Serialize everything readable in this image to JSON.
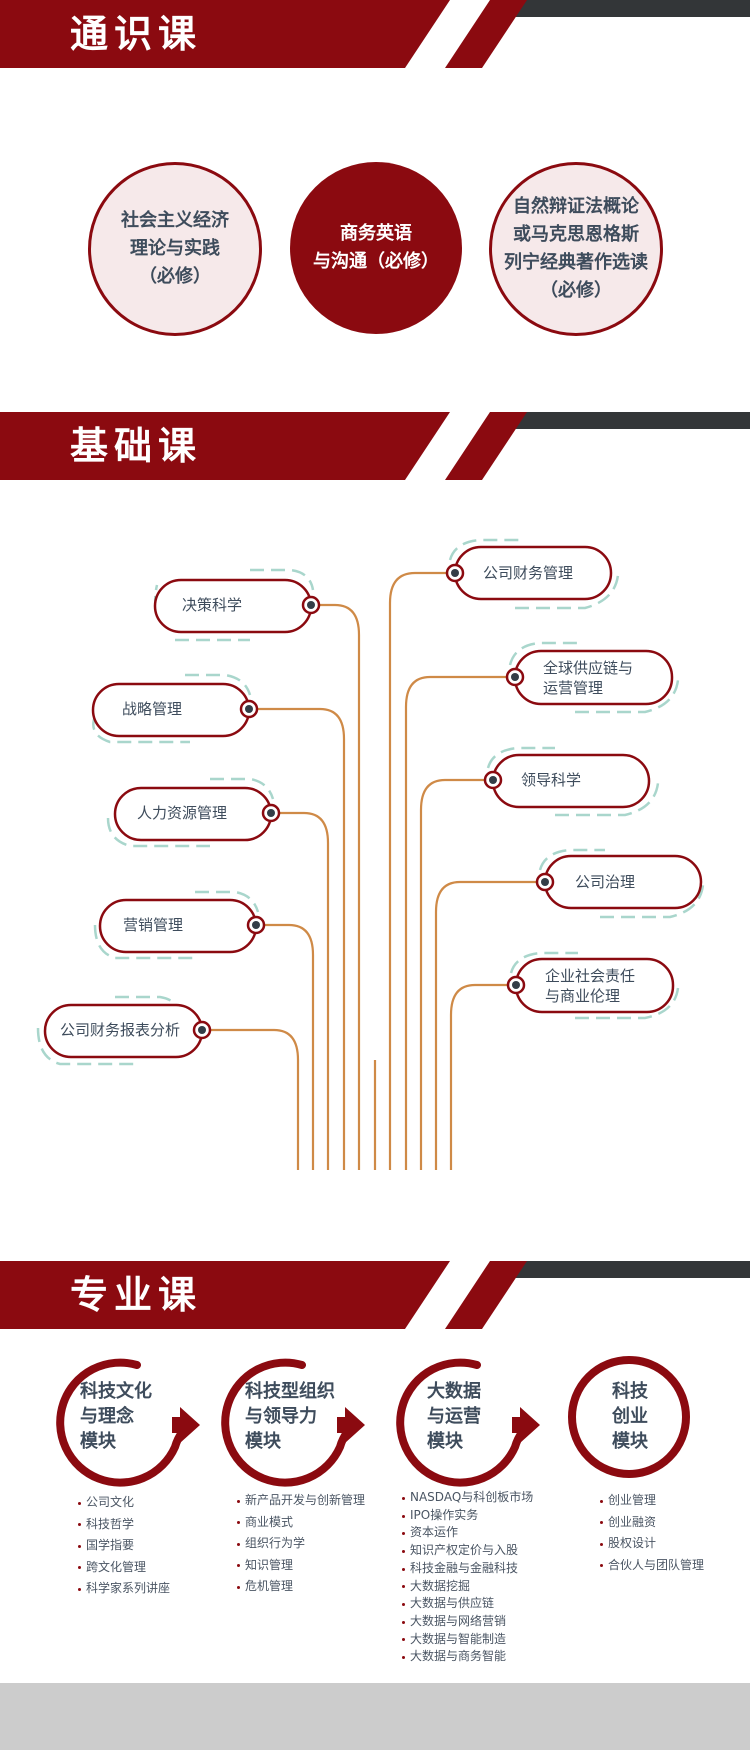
{
  "colors": {
    "brand_red": "#8b0a10",
    "dark_gray": "#333638",
    "light_pink": "#f6e9ea",
    "text_slate": "#3e4c5c",
    "connector_orange": "#cf8a47",
    "dash_teal": "#a9d6cc",
    "footer_gray": "#cccccc"
  },
  "sections": {
    "general": {
      "title": "通识课",
      "courses": [
        {
          "lines": [
            "社会主义经济",
            "理论与实践",
            "（必修）"
          ],
          "style": "light"
        },
        {
          "lines": [
            "商务英语",
            "与沟通（必修）"
          ],
          "style": "dark"
        },
        {
          "lines": [
            "自然辩证法概论",
            "或马克思恩格斯",
            "列宁经典著作选读",
            "（必修）"
          ],
          "style": "light"
        }
      ]
    },
    "foundation": {
      "title": "基础课",
      "left_courses": [
        {
          "lines": [
            "决策科学"
          ]
        },
        {
          "lines": [
            "战略管理"
          ]
        },
        {
          "lines": [
            "人力资源管理"
          ]
        },
        {
          "lines": [
            "营销管理"
          ]
        },
        {
          "lines": [
            "公司财务报表分析"
          ]
        }
      ],
      "right_courses": [
        {
          "lines": [
            "公司财务管理"
          ]
        },
        {
          "lines": [
            "全球供应链与",
            "运营管理"
          ]
        },
        {
          "lines": [
            "领导科学"
          ]
        },
        {
          "lines": [
            "公司治理"
          ]
        },
        {
          "lines": [
            "企业社会责任",
            "与商业伦理"
          ]
        }
      ]
    },
    "professional": {
      "title": "专业课",
      "modules": [
        {
          "lines": [
            "科技文化",
            "与理念",
            "模块"
          ],
          "items": [
            "公司文化",
            "科技哲学",
            "国学指要",
            "跨文化管理",
            "科学家系列讲座"
          ]
        },
        {
          "lines": [
            "科技型组织",
            "与领导力",
            "模块"
          ],
          "items": [
            "新产品开发与创新管理",
            "商业模式",
            "组织行为学",
            "知识管理",
            "危机管理"
          ]
        },
        {
          "lines": [
            "大数据",
            "与运营",
            "模块"
          ],
          "items": [
            "NASDAQ与科创板市场",
            "IPO操作实务",
            "资本运作",
            "知识产权定价与入股",
            "科技金融与金融科技",
            "大数据挖掘",
            "大数据与供应链",
            "大数据与网络营销",
            "大数据与智能制造",
            "大数据与商务智能"
          ]
        },
        {
          "lines": [
            "科技",
            "创业",
            "模块"
          ],
          "items": [
            "创业管理",
            "创业融资",
            "股权设计",
            "合伙人与团队管理"
          ]
        }
      ]
    }
  }
}
